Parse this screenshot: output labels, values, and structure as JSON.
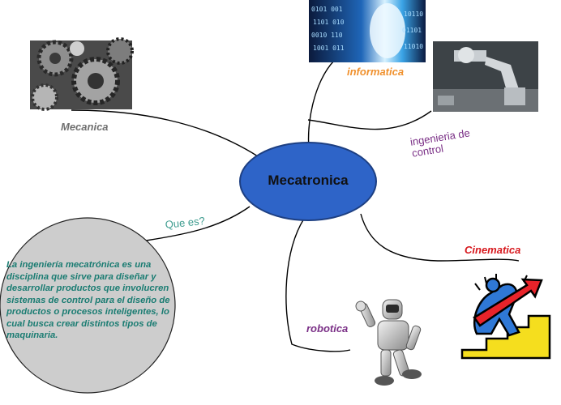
{
  "center_topic": "Mecatronica",
  "branches": {
    "mecanica": "Mecanica",
    "informatica": "informatica",
    "control": [
      "ingenieria de",
      "control"
    ],
    "que_es": "Que  es?",
    "cinematica": "Cinematica",
    "robotica": "robotica"
  },
  "definition": "La ingeniería mecatrónica es una disciplina que sirve para diseñar y desarrollar productos que involucren sistemas de control para el diseño de productos o procesos inteligentes, lo cual busca crear distintos tipos de maquinaria.",
  "colors": {
    "center_fill": "#2e64c8",
    "mecanica": "#6f6f6f",
    "informatica": "#f0912e",
    "control": "#7a2f86",
    "que_es": "#3f9d90",
    "cinematica": "#d7191e",
    "robotica": "#7a2f86",
    "definition_text": "#1a7c72",
    "definition_bubble": "#cdcdcd"
  },
  "images": {
    "gears": "gears-photo",
    "binary": "binary-code-tunnel-photo",
    "robot_arm": "industrial-robot-arm-photo",
    "stairs": "person-climbing-stairs-clipart",
    "robot": "robot-waving-illustration"
  }
}
